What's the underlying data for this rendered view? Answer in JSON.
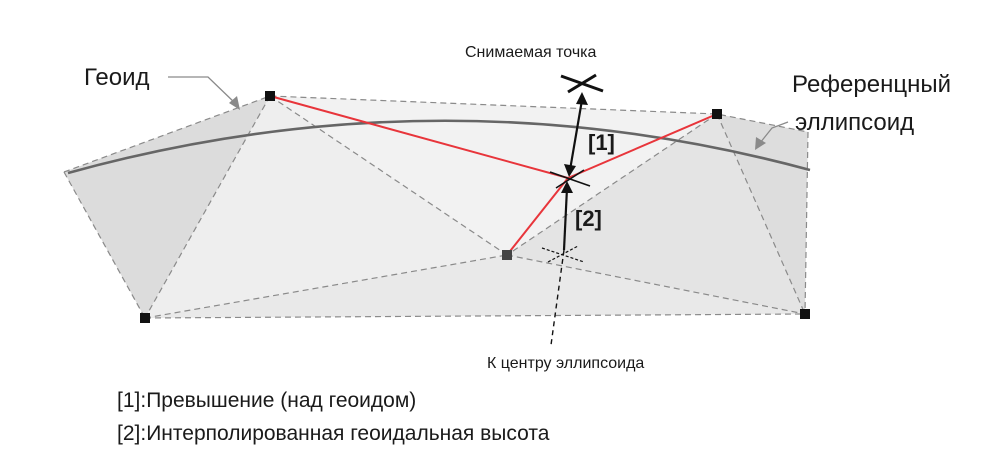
{
  "labels": {
    "geoid": "Геоид",
    "reference_ellipsoid_line1": "Референцный",
    "reference_ellipsoid_line2": "эллипсоид",
    "surveyed_point": "Снимаемая точка",
    "to_center": "К центру эллипсоида",
    "marker1": "[1]",
    "marker2": "[2]"
  },
  "legend": [
    {
      "key": "[1]:",
      "text": "Превышение (над геоидом)"
    },
    {
      "key": "[2]:",
      "text": "Интерполированная геоидальная высота"
    }
  ],
  "colors": {
    "surface_fill": "#e6e6e6",
    "surface_dark": "#d4d4d4",
    "ellipsoid_line": "#666666",
    "red_line": "#e8353b",
    "dashed": "#8a8a8a",
    "marker": "#111111"
  }
}
